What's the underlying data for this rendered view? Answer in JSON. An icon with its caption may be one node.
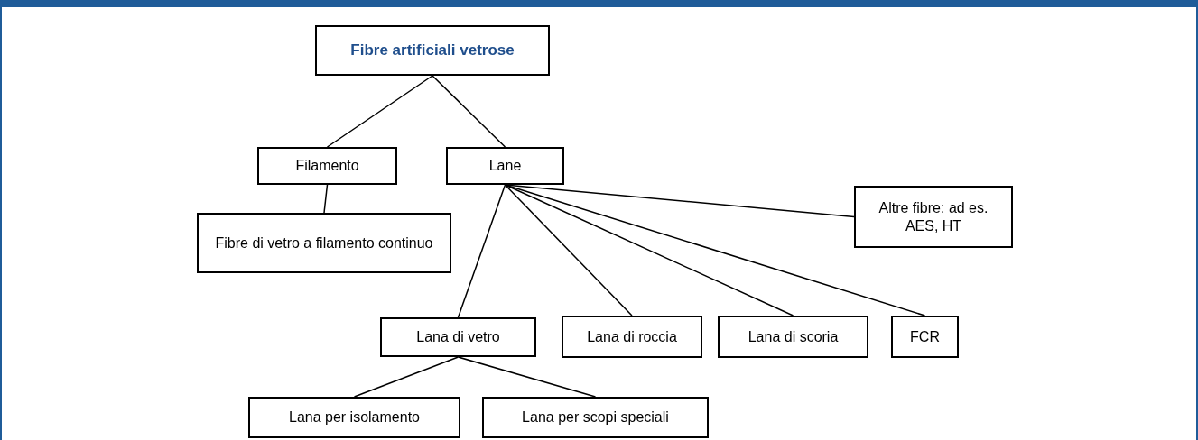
{
  "diagram": {
    "nodes": [
      {
        "text": [
          "Fibre artificiali vetrose"
        ]
      },
      {
        "text": [
          "Filamento"
        ]
      },
      {
        "text": [
          "Lane"
        ]
      },
      {
        "text": [
          "Fibre di vetro a filamento continuo"
        ]
      },
      {
        "text": [
          "Altre fibre: ad es. AES, HT"
        ]
      },
      {
        "text": [
          "Lana di vetro"
        ]
      },
      {
        "text": [
          "Lana di roccia"
        ]
      },
      {
        "text": [
          "Lana di scoria"
        ]
      },
      {
        "text": [
          "FCR"
        ]
      },
      {
        "text": [
          "Lana per isolamento"
        ]
      },
      {
        "text": [
          "Lana per scopi speciali"
        ]
      }
    ],
    "edges": [
      {
        "from": 0,
        "to": 1,
        "arrow": "none"
      },
      {
        "from": 0,
        "to": 2,
        "arrow": "none"
      },
      {
        "from": 1,
        "to": 3,
        "arrow": "none"
      },
      {
        "from": 2,
        "to": 5,
        "arrow": "none"
      },
      {
        "from": 2,
        "to": 6,
        "arrow": "none"
      },
      {
        "from": 2,
        "to": 7,
        "arrow": "none"
      },
      {
        "from": 2,
        "to": 8,
        "arrow": "none"
      },
      {
        "from": 2,
        "to": 4,
        "arrow": "none"
      },
      {
        "from": 5,
        "to": 9,
        "arrow": "none"
      },
      {
        "from": 5,
        "to": 10,
        "arrow": "none"
      }
    ]
  }
}
